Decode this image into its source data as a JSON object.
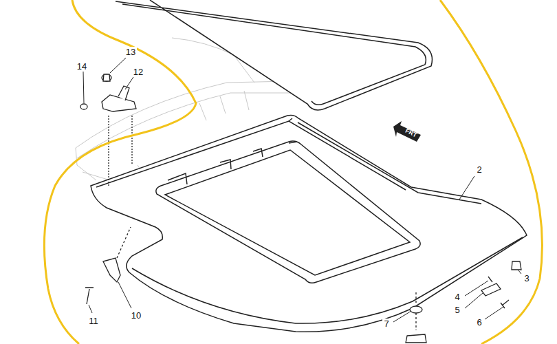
{
  "diagram": {
    "labels": [
      "13",
      "14",
      "12",
      "2",
      "3",
      "4",
      "5",
      "6",
      "7",
      "11",
      "10",
      "FRT"
    ]
  }
}
